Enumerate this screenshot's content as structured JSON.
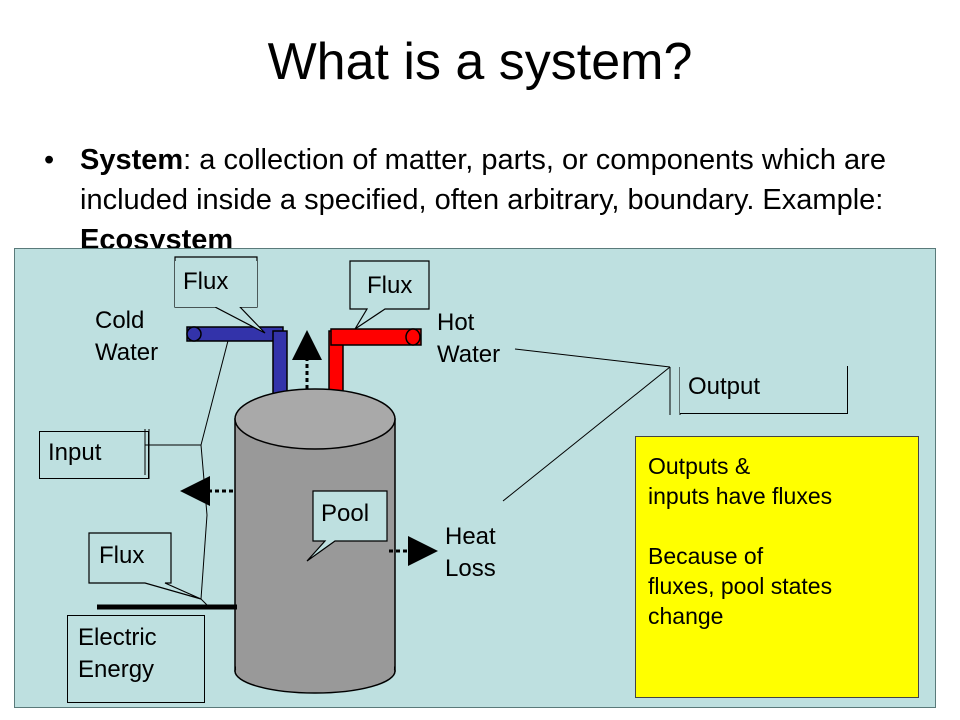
{
  "slide": {
    "title": "What is a system?",
    "bullet": {
      "marker": "•",
      "term": "System",
      "definition": ": a collection of matter, parts, or components which are included inside a specified, often arbitrary, boundary.  Example: ",
      "example": "Ecosystem"
    }
  },
  "diagram": {
    "labels": {
      "flux_top_left": "Flux",
      "flux_top_right": "Flux",
      "cold_water": "Cold\nWater",
      "hot_water": "Hot\nWater",
      "output": "Output",
      "input": "Input",
      "pool": "Pool",
      "heat_loss": "Heat\nLoss",
      "flux_bottom": "Flux",
      "electric_energy": "Electric\nEnergy"
    },
    "note": {
      "line1": "Outputs &",
      "line2": "inputs have fluxes",
      "line3": "Because of",
      "line4": "fluxes, pool states",
      "line5": "change"
    },
    "colors": {
      "background": "#bee0e0",
      "tank": "#999999",
      "cold_pipe": "#3333aa",
      "hot_pipe": "#ff0000",
      "note": "#ffff00"
    }
  }
}
